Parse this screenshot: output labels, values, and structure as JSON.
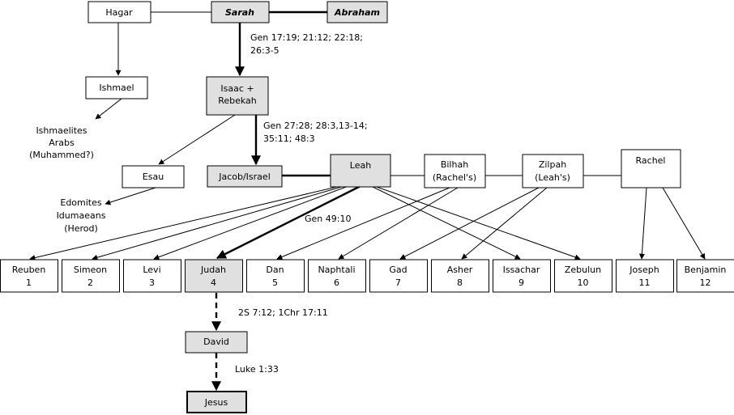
{
  "nodes": {
    "hagar": "Hagar",
    "sarah": "Sarah",
    "abraham": "Abraham",
    "ishmael": "Ishmael",
    "isaac_1": "Isaac +",
    "isaac_2": "Rebekah",
    "esau": "Esau",
    "jacob": "Jacob/Israel",
    "leah": "Leah",
    "bilhah_1": "Bilhah",
    "bilhah_2": "(Rachel's)",
    "zilpah_1": "Zilpah",
    "zilpah_2": "(Leah's)",
    "rachel": "Rachel",
    "david": "David",
    "jesus": "Jesus"
  },
  "sons": [
    {
      "name": "Reuben",
      "num": "1"
    },
    {
      "name": "Simeon",
      "num": "2"
    },
    {
      "name": "Levi",
      "num": "3"
    },
    {
      "name": "Judah",
      "num": "4"
    },
    {
      "name": "Dan",
      "num": "5"
    },
    {
      "name": "Naphtali",
      "num": "6"
    },
    {
      "name": "Gad",
      "num": "7"
    },
    {
      "name": "Asher",
      "num": "8"
    },
    {
      "name": "Issachar",
      "num": "9"
    },
    {
      "name": "Zebulun",
      "num": "10"
    },
    {
      "name": "Joseph",
      "num": "11"
    },
    {
      "name": "Benjamin",
      "num": "12"
    }
  ],
  "nations": {
    "ishmael_1": "Ishmaelites",
    "ishmael_2": "Arabs",
    "ishmael_3": "(Muhammed?)",
    "esau_1": "Edomites",
    "esau_2": "Idumaeans",
    "esau_3": "(Herod)"
  },
  "references": {
    "gen17_1": "Gen 17:19; 21:12; 22:18;",
    "gen17_2": "26:3-5",
    "gen27_1": "Gen 27:28; 28:3,13-14;",
    "gen27_2": "35:11; 48:3",
    "gen49": "Gen 49:10",
    "sam": "2S 7:12; 1Chr 17:11",
    "luke": "Luke 1:33"
  }
}
